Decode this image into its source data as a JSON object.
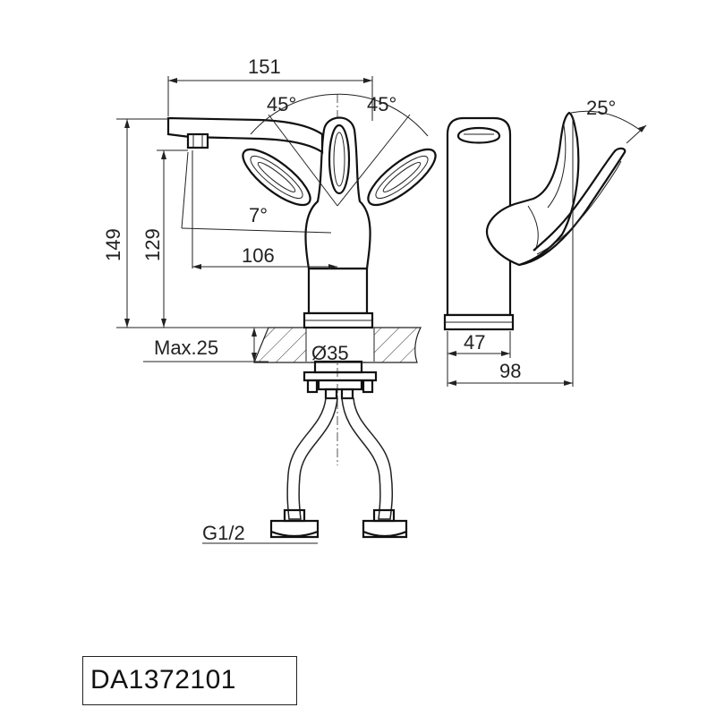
{
  "dimensions": {
    "total_length": "151",
    "angle_left": "45°",
    "angle_right": "45°",
    "angle_side": "25°",
    "spout_tilt": "7°",
    "total_height": "149",
    "spout_height": "129",
    "spout_reach": "106",
    "max_thickness": "Max.25",
    "hole_diameter": "Ø35",
    "base_width": "47",
    "total_depth": "98",
    "thread": "G1/2"
  },
  "product_code": "DA1372101"
}
